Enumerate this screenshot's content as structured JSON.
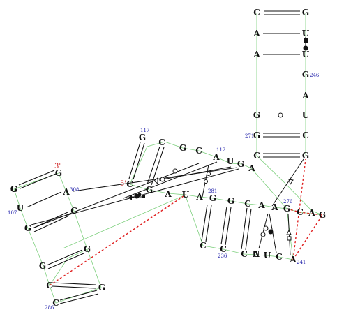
{
  "bases": [
    {
      "id": "b1",
      "letter": "C"
    },
    {
      "id": "b2",
      "letter": "G"
    },
    {
      "id": "b3",
      "letter": "A"
    },
    {
      "id": "b4",
      "letter": "U"
    },
    {
      "id": "b5",
      "letter": "A"
    },
    {
      "id": "b6",
      "letter": "U"
    },
    {
      "id": "b7",
      "letter": "G"
    },
    {
      "id": "b8",
      "letter": "A"
    },
    {
      "id": "b9",
      "letter": "G"
    },
    {
      "id": "b10",
      "letter": "U"
    },
    {
      "id": "b11",
      "letter": "G"
    },
    {
      "id": "b12",
      "letter": "C"
    },
    {
      "id": "b13",
      "letter": "C"
    },
    {
      "id": "b14",
      "letter": "G"
    },
    {
      "id": "b15",
      "letter": "G"
    },
    {
      "id": "b16",
      "letter": "C"
    },
    {
      "id": "b17",
      "letter": "G"
    },
    {
      "id": "b18",
      "letter": "C"
    },
    {
      "id": "b19",
      "letter": "A"
    },
    {
      "id": "b20",
      "letter": "U"
    },
    {
      "id": "b21",
      "letter": "G"
    },
    {
      "id": "b22",
      "letter": "A"
    },
    {
      "id": "b23",
      "letter": "C"
    },
    {
      "id": "b24",
      "letter": "G"
    },
    {
      "id": "b25",
      "letter": "G"
    },
    {
      "id": "b26",
      "letter": "A"
    },
    {
      "id": "b27",
      "letter": "U"
    },
    {
      "id": "b28",
      "letter": "G"
    },
    {
      "id": "b29",
      "letter": "A"
    },
    {
      "id": "b30",
      "letter": "U"
    },
    {
      "id": "b31",
      "letter": "A"
    },
    {
      "id": "b32",
      "letter": "G"
    },
    {
      "id": "b33",
      "letter": "G"
    },
    {
      "id": "b34",
      "letter": "C"
    },
    {
      "id": "b35",
      "letter": "A"
    },
    {
      "id": "b36",
      "letter": "G"
    },
    {
      "id": "b37",
      "letter": "C"
    },
    {
      "id": "b38",
      "letter": "A"
    },
    {
      "id": "b39",
      "letter": "G"
    },
    {
      "id": "b40",
      "letter": "C"
    },
    {
      "id": "b41",
      "letter": "C"
    },
    {
      "id": "b42",
      "letter": "A"
    },
    {
      "id": "b43",
      "letter": "U"
    },
    {
      "id": "b44",
      "letter": "C"
    },
    {
      "id": "b45",
      "letter": "A"
    },
    {
      "id": "b46",
      "letter": "G"
    },
    {
      "id": "b47",
      "letter": "C"
    },
    {
      "id": "b48",
      "letter": "G"
    },
    {
      "id": "b49",
      "letter": "U"
    },
    {
      "id": "b50",
      "letter": "G"
    },
    {
      "id": "b51",
      "letter": "A"
    },
    {
      "id": "b52",
      "letter": "C"
    },
    {
      "id": "b53",
      "letter": "G"
    },
    {
      "id": "b54",
      "letter": "C"
    },
    {
      "id": "b55",
      "letter": "C"
    },
    {
      "id": "b56",
      "letter": "G"
    }
  ],
  "numbers": [
    {
      "id": "n117",
      "text": "117"
    },
    {
      "id": "n112",
      "text": "112"
    },
    {
      "id": "n308",
      "text": "308"
    },
    {
      "id": "n107",
      "text": "107"
    },
    {
      "id": "n281",
      "text": "281"
    },
    {
      "id": "n236",
      "text": "236"
    },
    {
      "id": "n276",
      "text": "276"
    },
    {
      "id": "n241",
      "text": "241"
    },
    {
      "id": "n271",
      "text": "271"
    },
    {
      "id": "n246",
      "text": "246"
    },
    {
      "id": "n286",
      "text": "286"
    }
  ],
  "ends": [
    {
      "id": "e3",
      "text": "3'"
    },
    {
      "id": "e5",
      "text": "5'"
    }
  ]
}
